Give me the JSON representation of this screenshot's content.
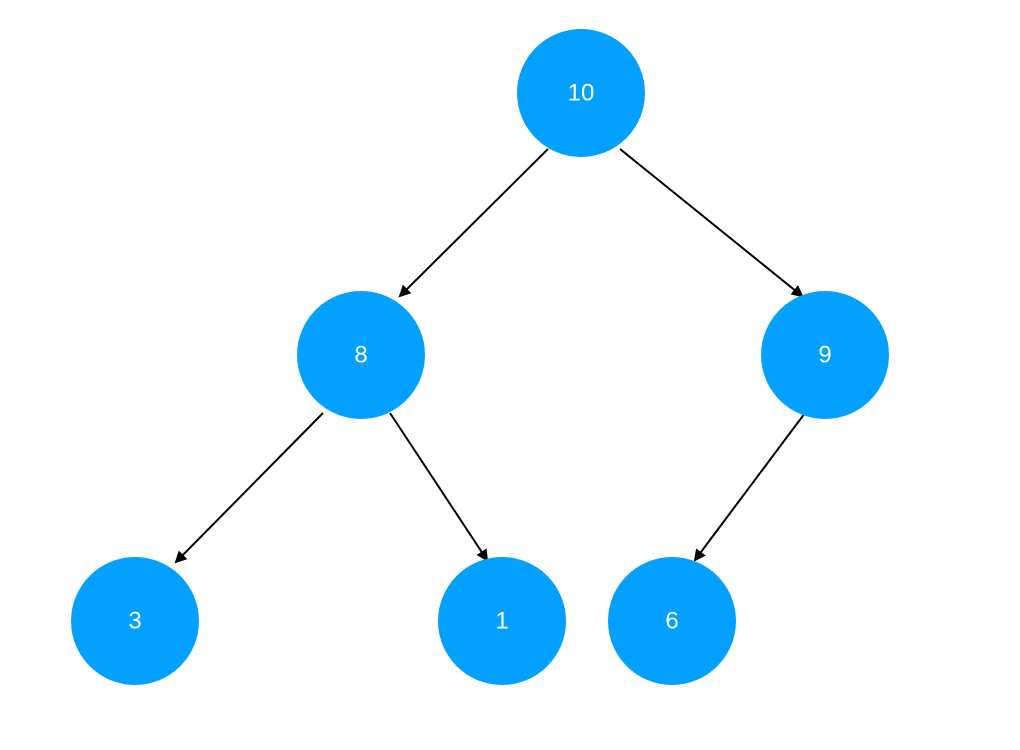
{
  "tree": {
    "root": "n10",
    "nodes": [
      {
        "id": "n10",
        "label": "10"
      },
      {
        "id": "n8",
        "label": "8"
      },
      {
        "id": "n9",
        "label": "9"
      },
      {
        "id": "n3",
        "label": "3"
      },
      {
        "id": "n1",
        "label": "1"
      },
      {
        "id": "n6",
        "label": "6"
      }
    ],
    "edges": [
      {
        "from": "n10",
        "to": "n8"
      },
      {
        "from": "n10",
        "to": "n9"
      },
      {
        "from": "n8",
        "to": "n3"
      },
      {
        "from": "n8",
        "to": "n1"
      },
      {
        "from": "n9",
        "to": "n6"
      }
    ]
  },
  "colors": {
    "node_fill": "#03a1fd",
    "node_text": "#ffffff",
    "edge": "#000000",
    "background": "#ffffff"
  }
}
